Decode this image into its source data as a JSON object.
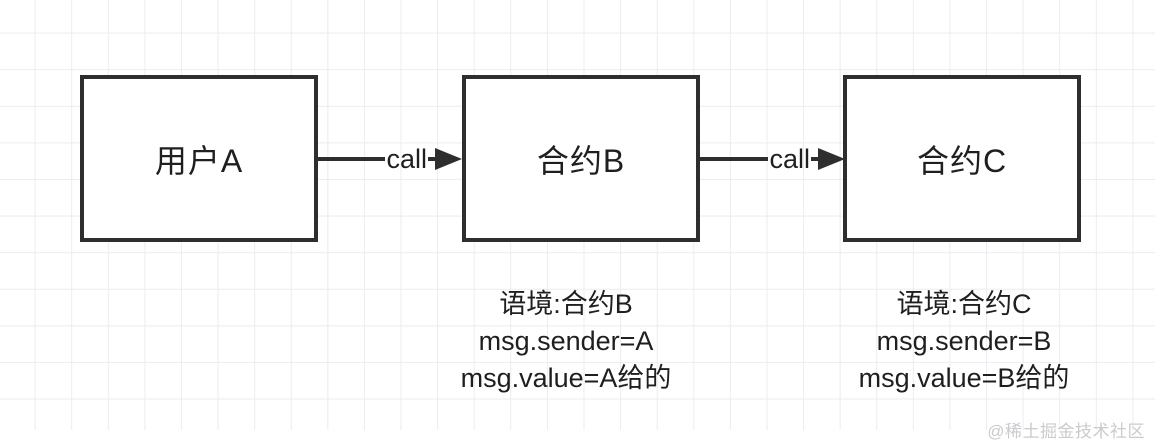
{
  "colors": {
    "bg": "#ffffff",
    "grid": "#ececf1",
    "ink": "#2e2e2e",
    "text": "#1f1f1f",
    "watermark": "#c9cbce"
  },
  "nodes": [
    {
      "id": "user-a",
      "label": "用户A"
    },
    {
      "id": "contract-b",
      "label": "合约B"
    },
    {
      "id": "contract-c",
      "label": "合约C"
    }
  ],
  "edges": [
    {
      "from": "user-a",
      "to": "contract-b",
      "label": "call"
    },
    {
      "from": "contract-b",
      "to": "contract-c",
      "label": "call"
    }
  ],
  "annotations": [
    {
      "for": "contract-b",
      "lines": [
        "语境:合约B",
        "msg.sender=A",
        "msg.value=A给的"
      ]
    },
    {
      "for": "contract-c",
      "lines": [
        "语境:合约C",
        "msg.sender=B",
        "msg.value=B给的"
      ]
    }
  ],
  "watermark": "@稀土掘金技术社区"
}
